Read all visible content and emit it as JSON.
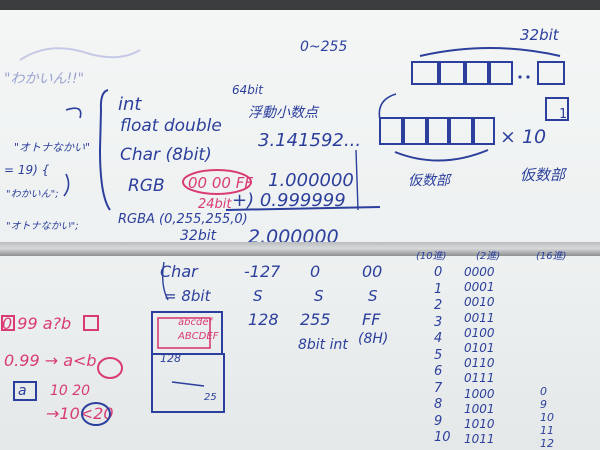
{
  "upper": {
    "range": "0~255",
    "bits32_top": "32bit",
    "bits64": "64bit",
    "types": [
      "int",
      "float double",
      "Char (8bit)",
      "RGB",
      "RGBA (0,255,255,0)"
    ],
    "float_note": "浮動小数点",
    "pi_value": "3.141592...",
    "ff_code": "00 00 FF",
    "bits24": "24bit",
    "value_one": "1.000000",
    "value_add": "+) 0.999999",
    "value_sum": "2.000000",
    "bits32_rgba": "32bit",
    "times_ten": "× 10",
    "exponent_box": "1",
    "mantissa_label": "仮数部",
    "exponent_label": "仮数部",
    "left_marks": [
      "\"わかいん!!\"",
      "\"オトナなかい\"",
      "= 19) {",
      "\"わかいん\";",
      "\"オトナなかい\";"
    ]
  },
  "lower": {
    "char_table": {
      "rows": [
        [
          "Char",
          "-127",
          "0",
          "00"
        ],
        [
          "= 8bit",
          "S",
          "S",
          "S"
        ],
        [
          "",
          "128",
          "255",
          "FF"
        ],
        [
          "",
          "",
          "8bit int",
          "(8H)"
        ]
      ]
    },
    "boxes": [
      "abcdef",
      "ABCDEF",
      "128",
      "25"
    ],
    "red_notes": [
      "0.99 a?b",
      "0.99 → a<b",
      "a",
      "10 20",
      "→10<20"
    ],
    "binary_headers": [
      "(10進)",
      "(2進)",
      "(16進)"
    ],
    "binary_left": [
      "0",
      "1",
      "2",
      "3",
      "4",
      "5",
      "6",
      "7",
      "8",
      "9",
      "10"
    ],
    "binary_codes": [
      "0000",
      "0001",
      "0010",
      "0011",
      "0100",
      "0101",
      "0110",
      "0111",
      "1000",
      "1001",
      "1010",
      "1011"
    ],
    "binary_right": [
      "0",
      "9",
      "10",
      "11",
      "12"
    ]
  }
}
